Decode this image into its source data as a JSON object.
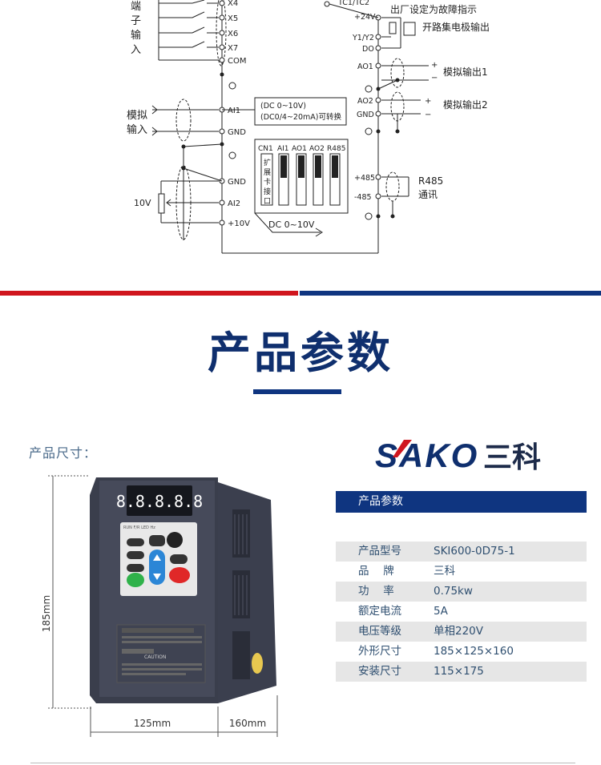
{
  "wiring": {
    "terminals_left": [
      "X4",
      "X5",
      "X6",
      "X7",
      "COM",
      "AI1",
      "GND",
      "GND",
      "AI2",
      "+10V"
    ],
    "group_input": "端子输入",
    "analog_input": "模拟输入",
    "pot_label": "10V",
    "note1": "(DC 0~10V)",
    "note2": "(DC0/4~20mA)可转换",
    "dip_headers": [
      "CN1",
      "AI1",
      "AO1",
      "AO2",
      "R485"
    ],
    "dip_side": "扩展卡接口",
    "dc_label": "DC 0~10V",
    "terminals_right": [
      "TC1/TC2",
      "+24V",
      "Y1/Y2",
      "DO",
      "AO1",
      "AO2",
      "GND",
      "+485",
      "-485"
    ],
    "fault": "出厂设定为故障指示",
    "open_collector": "开路集电极输出",
    "ao1_label": "模拟输出1",
    "ao2_label": "模拟输出2",
    "r485": "R485",
    "comm": "通讯",
    "plus": "+",
    "minus": "−"
  },
  "section": {
    "title": "产品参数"
  },
  "size_label": "产品尺寸：",
  "product": {
    "display": "8.8.8.8.8",
    "height_dim": "185mm",
    "width_dim": "125mm",
    "depth_dim": "160mm",
    "keypad_header": "RUN F/R LED Hz",
    "warning_title": "CAUTION"
  },
  "logo": {
    "brand": "SAKO",
    "cn": "三科",
    "accent": "#d0161e",
    "navy": "#0f2f6e"
  },
  "table": {
    "header": "产品参数",
    "rows": [
      {
        "k": "产品型号",
        "v": "SKI600-0D75-1"
      },
      {
        "k": "品　 牌",
        "v": "三科"
      },
      {
        "k": "功　 率",
        "v": "0.75kw"
      },
      {
        "k": "额定电流",
        "v": "5A"
      },
      {
        "k": "电压等级",
        "v": "单相220V"
      },
      {
        "k": "外形尺寸",
        "v": "185×125×160"
      },
      {
        "k": "安装尺寸",
        "v": "115×175"
      }
    ]
  }
}
